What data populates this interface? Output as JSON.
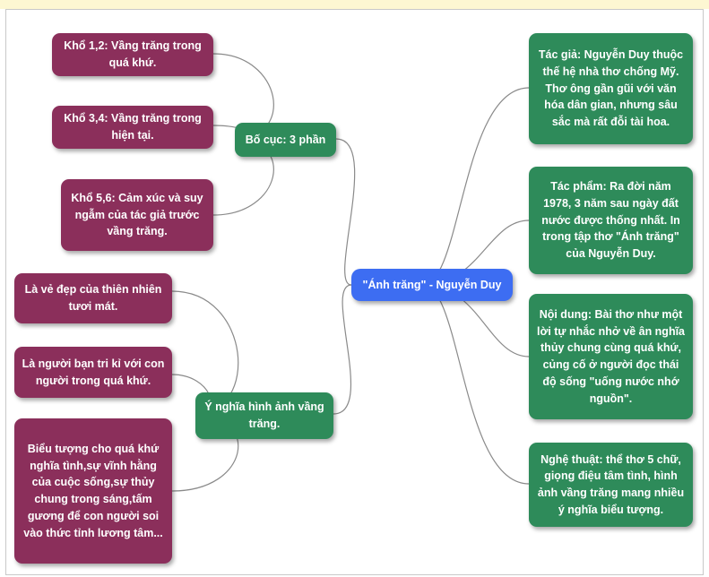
{
  "center": {
    "label": "\"Ánh trăng\" - Nguyễn Duy"
  },
  "left": {
    "bo_cuc": {
      "label": "Bố cục: 3 phần",
      "children": [
        "Khổ 1,2: Vầng trăng trong quá khứ.",
        "Khổ 3,4: Vầng trăng trong hiện tại.",
        "Khổ 5,6: Cảm xúc và suy ngẫm của tác giả trước vầng trăng."
      ]
    },
    "y_nghia": {
      "label": "Ý nghĩa hình ảnh vầng trăng.",
      "children": [
        "Là vẻ đẹp của thiên nhiên tươi mát.",
        "Là người bạn tri kỉ với con người trong quá khứ.",
        "Biểu tượng cho quá khứ nghĩa tình,sự vĩnh hằng của cuộc sống,sự thủy chung trong sáng,tấm gương để con người soi vào thức tỉnh lương tâm..."
      ]
    }
  },
  "right": [
    "Tác giả: Nguyễn Duy thuộc thế hệ nhà thơ chống Mỹ. Thơ ông gần gũi với văn hóa dân gian, nhưng sâu sắc mà rất đỗi tài hoa.",
    "Tác phẩm: Ra đời năm 1978, 3 năm sau ngày đất nước được thống nhất. In trong tập thơ \"Ánh trăng\" của Nguyễn Duy.",
    "Nội dung: Bài thơ như một lời tự nhắc nhở về ân nghĩa thủy chung cùng quá khứ,  củng cố ở người đọc thái độ sống \"uống nước nhớ nguồn\".",
    "Nghệ thuật: thể thơ 5 chữ, giọng điệu tâm tình, hình ảnh vầng trăng mang nhiều ý nghĩa biểu tượng."
  ],
  "colors": {
    "maroon": "#8b2f5b",
    "green": "#2e8b5a",
    "center": "#3d6df2",
    "link": "#8a8a8a"
  }
}
